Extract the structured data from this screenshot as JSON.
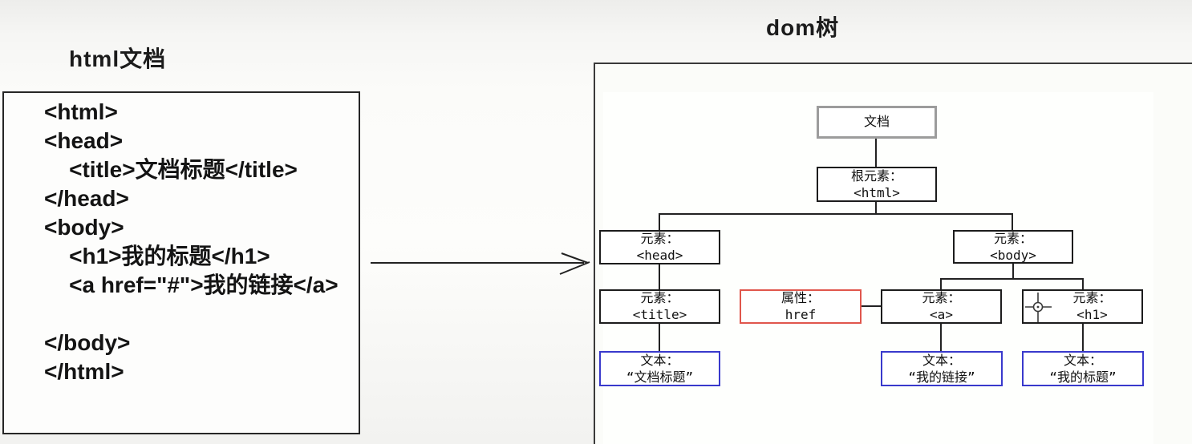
{
  "left_panel": {
    "title": "html文档",
    "code_lines": [
      "<html>",
      "<head>",
      "    <title>文档标题</title>",
      "</head>",
      "<body>",
      "    <h1>我的标题</h1>",
      "    <a href=\"#\">我的链接</a>",
      "",
      "</body>",
      "</html>"
    ]
  },
  "right_panel": {
    "title": "dom树",
    "nodes": {
      "document": {
        "line1": "文档"
      },
      "root": {
        "line1": "根元素：",
        "line2": "<html>"
      },
      "head": {
        "line1": "元素：",
        "line2": "<head>"
      },
      "body": {
        "line1": "元素：",
        "line2": "<body>"
      },
      "title": {
        "line1": "元素：",
        "line2": "<title>"
      },
      "attr_href": {
        "line1": "属性：",
        "line2": "href"
      },
      "anchor": {
        "line1": "元素：",
        "line2": "<a>"
      },
      "h1": {
        "line1": "元素：",
        "line2": "<h1>"
      },
      "text_doc_title": {
        "line1": "文本：",
        "line2": "“文档标题”"
      },
      "text_my_link": {
        "line1": "文本：",
        "line2": "“我的链接”"
      },
      "text_my_title": {
        "line1": "文本：",
        "line2": "“我的标题”"
      }
    },
    "colors": {
      "document_border": "#9c9c9c",
      "element_border": "#1c1c1c",
      "attribute_border": "#e0564c",
      "text_border": "#3939cc",
      "connector": "#222222"
    },
    "icons": {
      "crosshair_cursor_icon": "crosshair"
    }
  }
}
